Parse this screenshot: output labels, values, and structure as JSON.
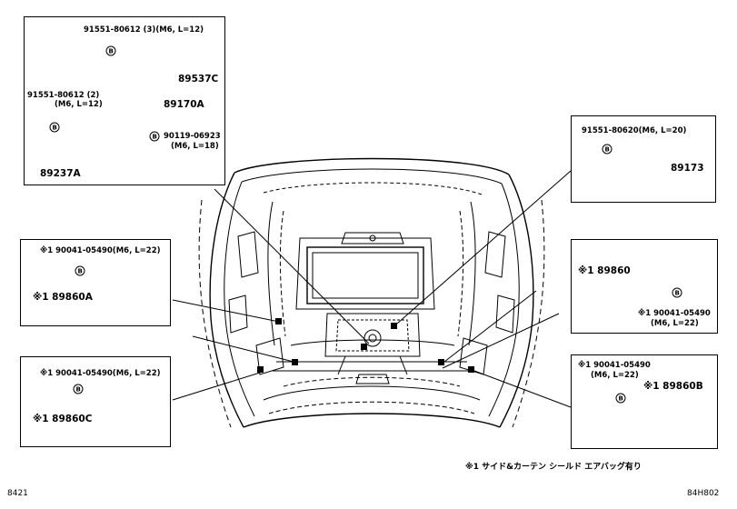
{
  "boxes": {
    "ecu": {
      "bolt_top": "91551-80612 (3)(M6, L=12)",
      "cover": "89537C",
      "bolt_left": "91551-80612 (2)",
      "bolt_left_spec": "(M6, L=12)",
      "ecu": "89170A",
      "bolt_right": "90119-06923",
      "bolt_right_spec": "(M6, L=18)",
      "bracket": "89237A",
      "marker": "B"
    },
    "upper_right": {
      "bolt": "91551-80620(M6, L=20)",
      "part": "89173",
      "marker": "B"
    },
    "mid_left": {
      "bolt": "※1 90041-05490(M6, L=22)",
      "part": "※1 89860A",
      "marker": "B"
    },
    "mid_right": {
      "part": "※1 89860",
      "bolt": "※1 90041-05490",
      "bolt_spec": "(M6, L=22)",
      "marker": "B"
    },
    "lower_left": {
      "bolt": "※1 90041-05490(M6, L=22)",
      "part": "※1 89860C",
      "marker": "B"
    },
    "lower_right": {
      "bolt": "※1 90041-05490",
      "bolt_spec": "(M6, L=22)",
      "part": "※1 89860B",
      "marker": "B"
    }
  },
  "footnote": "※1 サイド&カーテン シールド エアバッグ有り",
  "page_number": "8421",
  "figure_code": "84H802"
}
